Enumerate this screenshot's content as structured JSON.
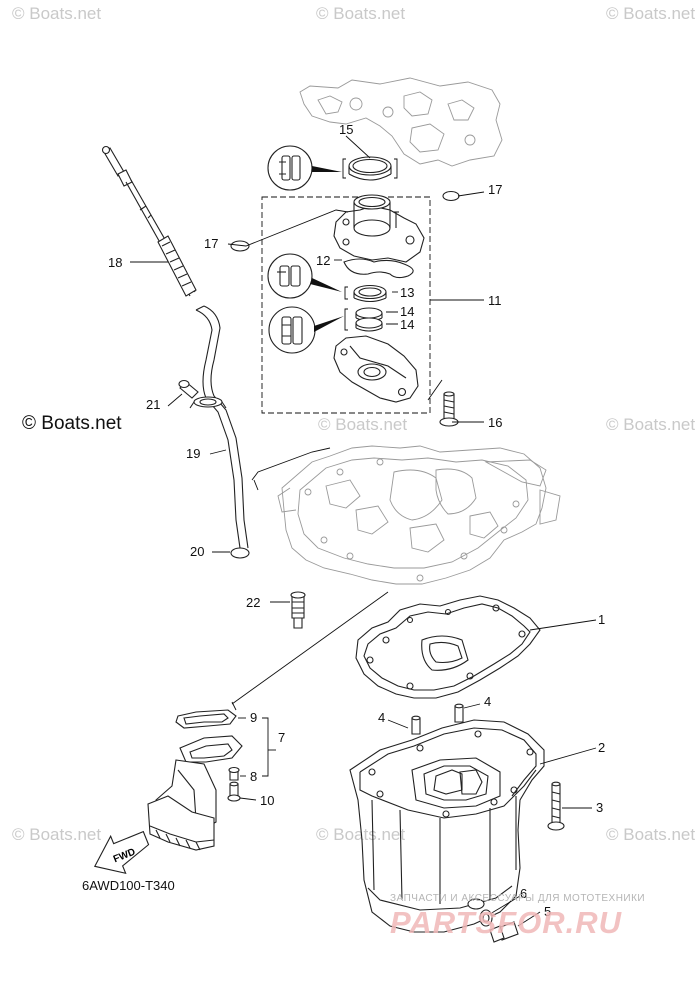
{
  "watermarks": {
    "corner": "© Boats.net",
    "main": "© Boats.net",
    "mid": "© Boats.net"
  },
  "diagram_code": "6AWD100-T340",
  "fwd_label": "FWD",
  "shop_watermark": {
    "subtitle": "ЗАПЧАСТИ И АКСЕССУАРЫ ДЛЯ МОТОТЕХНИКИ",
    "brand": "PARTSFOR.RU"
  },
  "callouts": [
    "1",
    "2",
    "3",
    "4",
    "4",
    "5",
    "6",
    "7",
    "8",
    "9",
    "10",
    "11",
    "12",
    "13",
    "14",
    "14",
    "15",
    "16",
    "17",
    "17",
    "18",
    "19",
    "20",
    "21",
    "22"
  ]
}
